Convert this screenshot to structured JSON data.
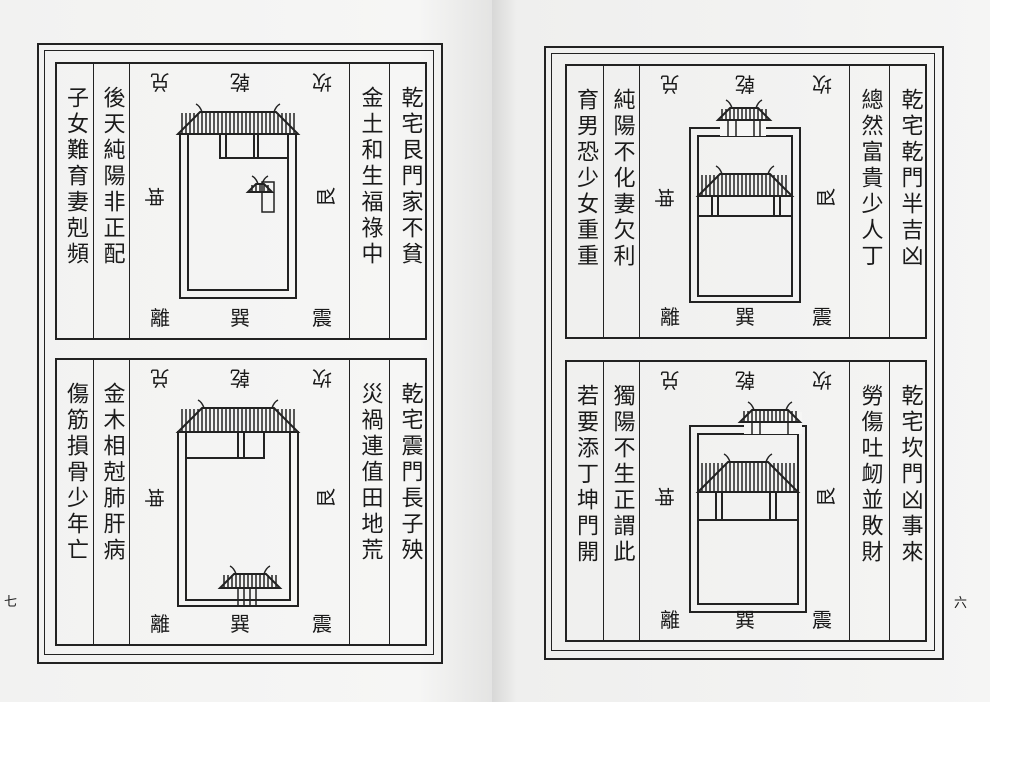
{
  "directions": {
    "top_left": "兑",
    "top_center": "乾",
    "top_right": "坎",
    "left": "坤",
    "right": "艮",
    "bottom_left": "離",
    "bottom_center": "巽",
    "bottom_right": "震"
  },
  "left_page": {
    "page_number": "七",
    "panels": [
      {
        "columns": [
          "乾宅艮門家不貧",
          "金土和生福祿中",
          "後天純陽非正配",
          "子女難育妻剋頻"
        ]
      },
      {
        "columns": [
          "乾宅震門長子殃",
          "災禍連值田地荒",
          "金木相尅肺肝病",
          "傷筋損骨少年亡"
        ]
      }
    ]
  },
  "right_page": {
    "page_number": "六",
    "panels": [
      {
        "columns": [
          "乾宅乾門半吉凶",
          "總然富貴少人丁",
          "純陽不化妻欠利",
          "育男恐少女重重"
        ]
      },
      {
        "columns": [
          "乾宅坎門凶事來",
          "勞傷吐衂並敗財",
          "獨陽不生正謂此",
          "若要添丁坤門開"
        ]
      }
    ]
  }
}
